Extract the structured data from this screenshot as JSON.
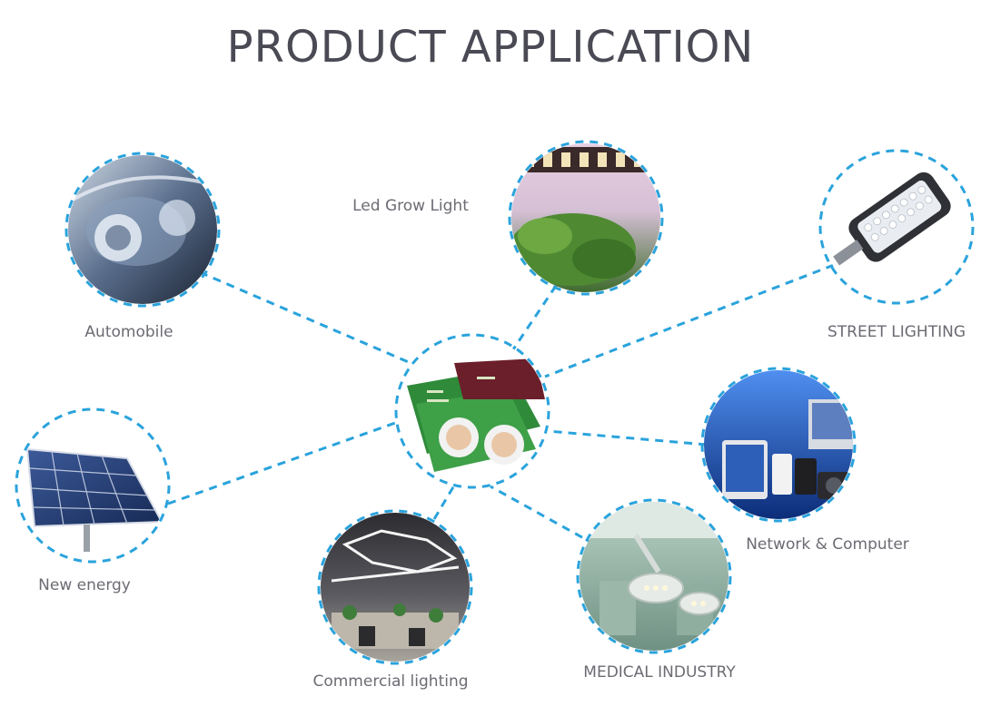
{
  "header": {
    "title": "PRODUCT APPLICATION"
  },
  "colors": {
    "connector": "#2aa3dc",
    "title": "#4a4a55",
    "label": "#6b6b73"
  },
  "center": {
    "icon": "pcb-board-icon"
  },
  "applications": [
    {
      "label": "Automobile",
      "icon": "car-headlight-icon"
    },
    {
      "label": "Led Grow Light",
      "icon": "grow-light-plant-icon"
    },
    {
      "label": "STREET LIGHTING",
      "icon": "street-lamp-icon"
    },
    {
      "label": "Network & Computer",
      "icon": "electronic-devices-icon"
    },
    {
      "label": "MEDICAL INDUSTRY",
      "icon": "surgical-light-icon"
    },
    {
      "label": "Commercial lighting",
      "icon": "office-lighting-icon"
    },
    {
      "label": "New energy",
      "icon": "solar-panel-icon"
    }
  ]
}
